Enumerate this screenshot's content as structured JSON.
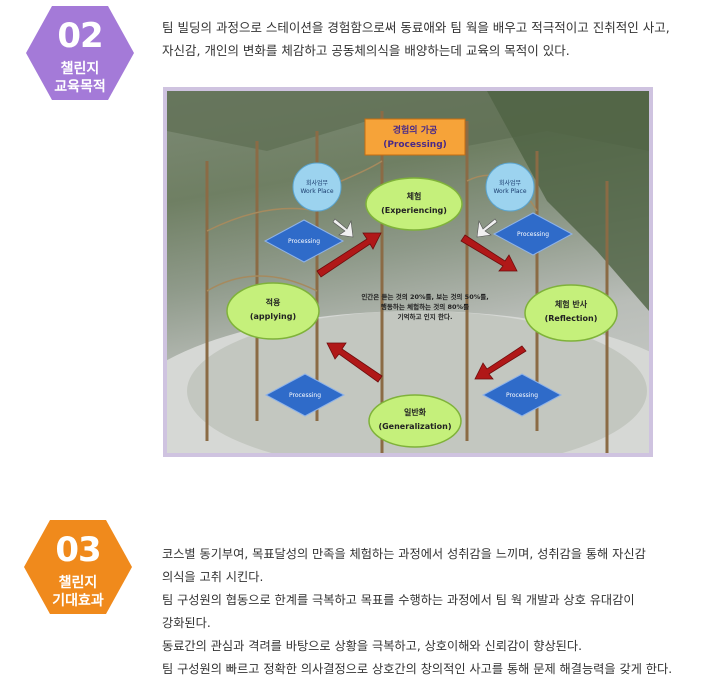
{
  "section1": {
    "number": "02",
    "label_line1": "챌린지",
    "label_line2": "교육목적",
    "badge_color": "#a47ad8",
    "lines": [
      "팀 빌딩의 과정으로 스테이션을 경험함으로써 동료애와 팀 웍을 배우고 적극적이고 진취적인 사고,",
      "자신감, 개인의 변화를 체감하고 공동체의식을 배양하는데 교육의 목적이 있다."
    ]
  },
  "diagram": {
    "title_line1": "경험의 가공",
    "title_line2": "(Processing)",
    "nodes": {
      "experiencing_ko": "체험",
      "experiencing_en": "(Experiencing)",
      "reflection_ko": "체험 반사",
      "reflection_en": "(Reflection)",
      "generalization_ko": "일반화",
      "generalization_en": "(Generalization)",
      "applying_ko": "적용",
      "applying_en": "(applying)"
    },
    "workplace_ko": "회사업무",
    "workplace_en": "Work Place",
    "processing_label": "Processing",
    "center_lines": [
      "인간은 듣는 것의 20%를, 보는 것의 50%를,",
      "행동하는 체험하는 것의 80%를",
      "기억하고 인지 한다."
    ]
  },
  "section2": {
    "number": "03",
    "label_line1": "챌린지",
    "label_line2": "기대효과",
    "badge_color": "#f08a1c",
    "lines": [
      "코스별 동기부여, 목표달성의 만족을 체험하는 과정에서 성취감을 느끼며, 성취감을 통해 자신감",
      "의식을 고취 시킨다.",
      "팀 구성원의 협동으로 한계를 극복하고 목표를 수행하는 과정에서 팀 웍 개발과 상호 유대감이",
      "강화된다.",
      "동료간의 관심과 격려를 바탕으로 상황을 극복하고, 상호이해와 신뢰감이 향상된다.",
      "팀 구성원의 빠르고 정확한 의사결정으로 상호간의 창의적인 사고를 통해 문제 해결능력을 갖게 한다."
    ]
  }
}
